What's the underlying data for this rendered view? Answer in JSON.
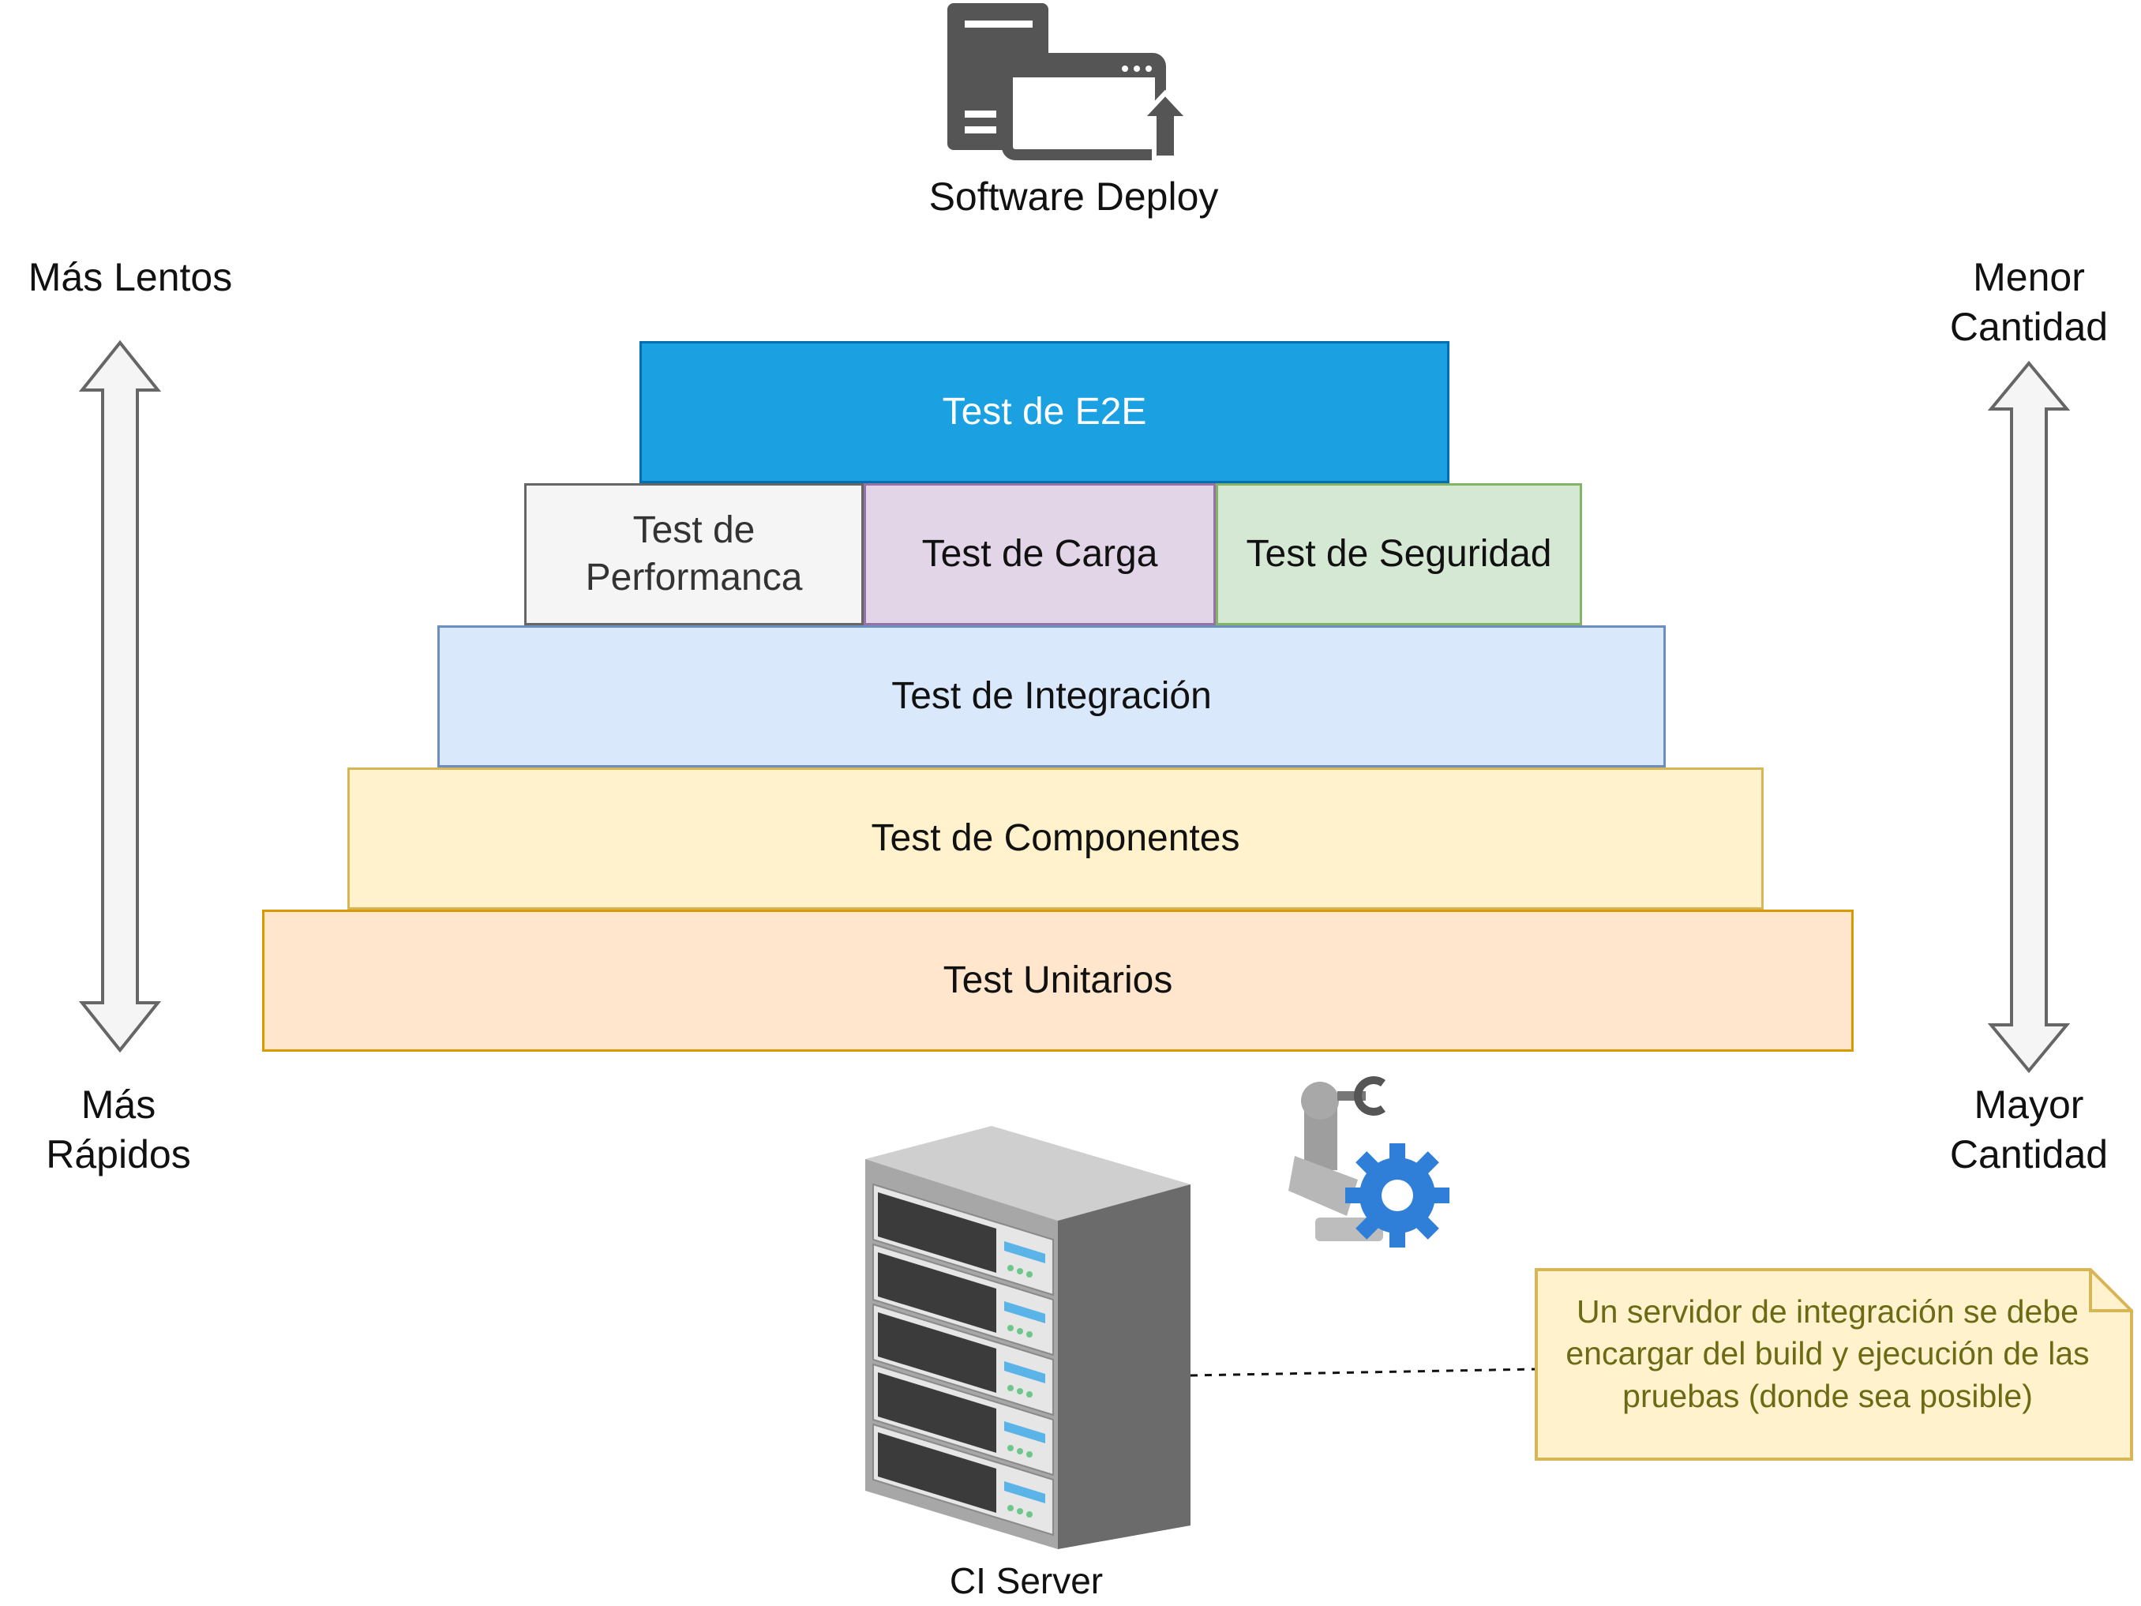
{
  "deploy": {
    "label": "Software Deploy",
    "icon": "server-deploy-icon"
  },
  "left_axis": {
    "top_label": "Más Lentos",
    "bottom_label_line1": "Más",
    "bottom_label_line2": "Rápidos",
    "icon": "double-arrow-icon"
  },
  "right_axis": {
    "top_label_line1": "Menor",
    "top_label_line2": "Cantidad",
    "bottom_label_line1": "Mayor",
    "bottom_label_line2": "Cantidad",
    "icon": "double-arrow-icon"
  },
  "pyramid": {
    "e2e": "Test de E2E",
    "performance_line1": "Test de",
    "performance_line2": "Performanca",
    "carga": "Test de Carga",
    "seguridad": "Test de Seguridad",
    "integracion": "Test de Integración",
    "componentes": "Test de Componentes",
    "unitarios": "Test Unitarios"
  },
  "ci": {
    "label": "CI Server",
    "server_icon": "server-rack-icon",
    "automation_icon": "robot-arm-gear-icon"
  },
  "note": {
    "text": "Un servidor de integración se debe encargar del build y ejecución de las pruebas (donde sea posible)"
  },
  "colors": {
    "e2e_fill": "#1ba1e2",
    "e2e_border": "#006eaf",
    "performance_fill": "#f5f5f5",
    "performance_border": "#666666",
    "carga_fill": "#e1d5e7",
    "carga_border": "#9673a6",
    "seguridad_fill": "#d5e8d4",
    "seguridad_border": "#82b366",
    "integracion_fill": "#dae8fc",
    "integracion_border": "#6c8ebf",
    "componentes_fill": "#fff2cc",
    "componentes_border": "#d6b656",
    "unitarios_fill": "#ffe6cc",
    "unitarios_border": "#d79b00",
    "note_fill": "#fff2cc",
    "note_border": "#d6b656"
  }
}
